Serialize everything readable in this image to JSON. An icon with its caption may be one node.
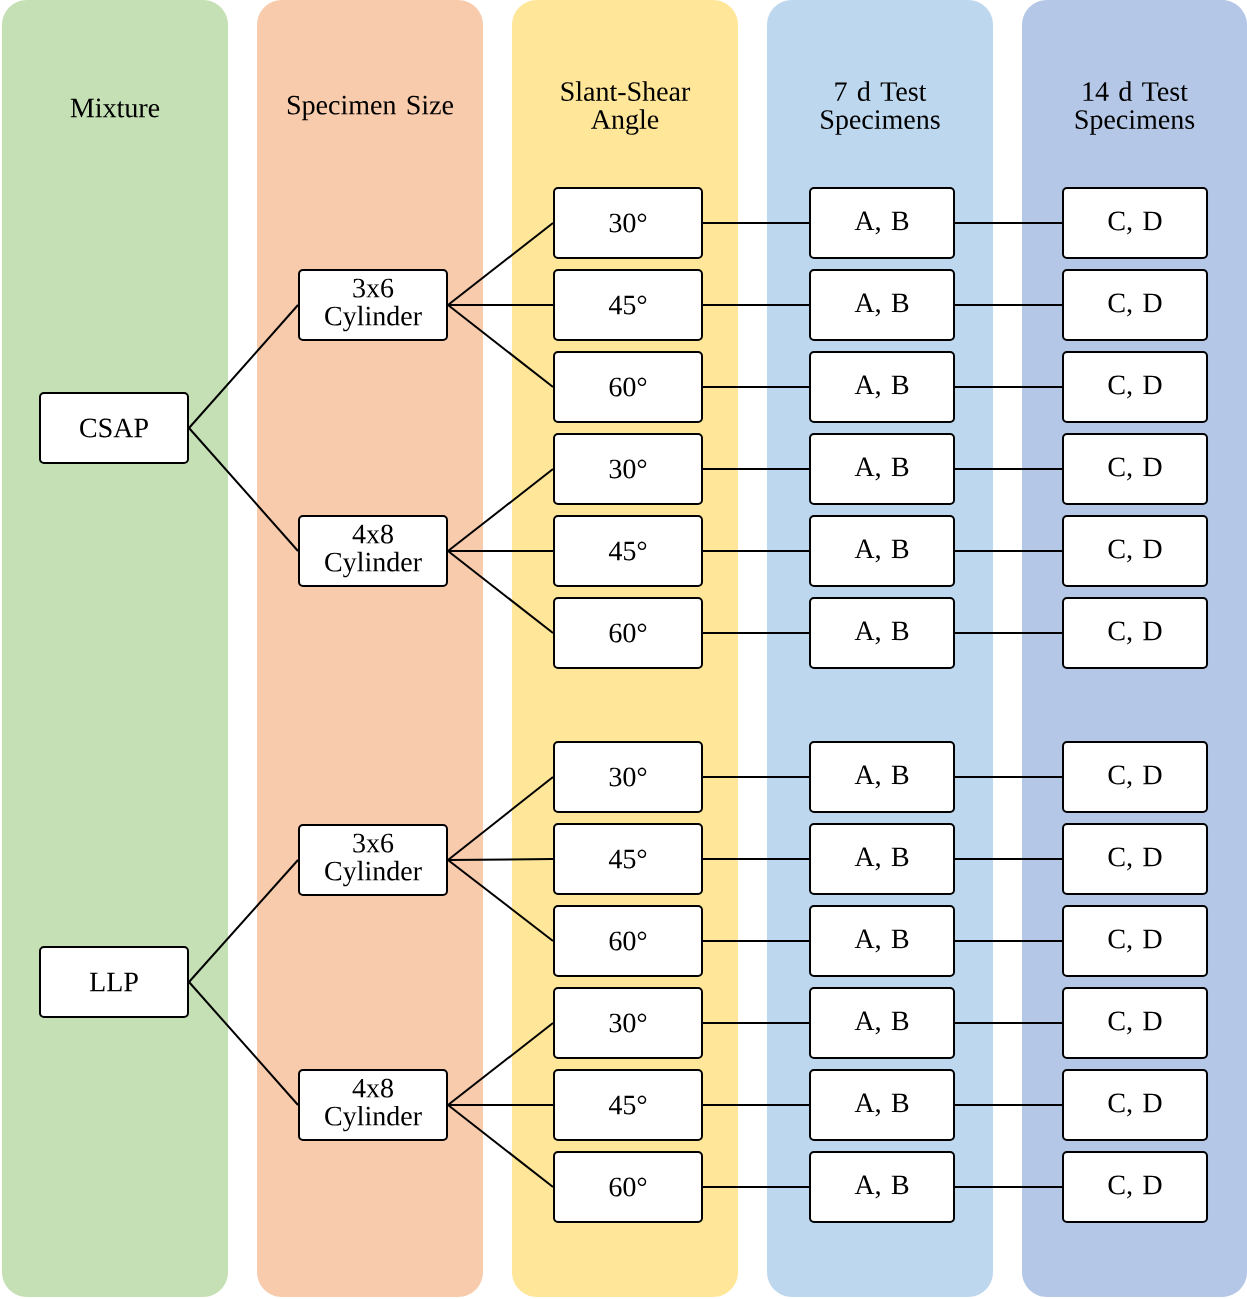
{
  "diagram": {
    "nodes": [
      {
        "text": [
          "Mixture"
        ]
      },
      {
        "text": [
          "Specimen Size"
        ]
      },
      {
        "text": [
          "Slant-Shear Angle"
        ]
      },
      {
        "text": [
          "7 d Test Specimens"
        ]
      },
      {
        "text": [
          "14 d Test Specimens"
        ]
      },
      {
        "text": [
          "CSAP"
        ],
        "in": 0
      },
      {
        "text": [
          "LLP"
        ],
        "in": 0
      },
      {
        "text": [
          "3x6 Cylinder"
        ],
        "in": 1
      },
      {
        "text": [
          "4x8 Cylinder"
        ],
        "in": 1
      },
      {
        "text": [
          "3x6 Cylinder"
        ],
        "in": 1
      },
      {
        "text": [
          "4x8 Cylinder"
        ],
        "in": 1
      },
      {
        "text": [
          "30°"
        ],
        "in": 2
      },
      {
        "text": [
          "45°"
        ],
        "in": 2
      },
      {
        "text": [
          "60°"
        ],
        "in": 2
      },
      {
        "text": [
          "30°"
        ],
        "in": 2
      },
      {
        "text": [
          "45°"
        ],
        "in": 2
      },
      {
        "text": [
          "60°"
        ],
        "in": 2
      },
      {
        "text": [
          "30°"
        ],
        "in": 2
      },
      {
        "text": [
          "45°"
        ],
        "in": 2
      },
      {
        "text": [
          "60°"
        ],
        "in": 2
      },
      {
        "text": [
          "30°"
        ],
        "in": 2
      },
      {
        "text": [
          "45°"
        ],
        "in": 2
      },
      {
        "text": [
          "60°"
        ],
        "in": 2
      },
      {
        "text": [
          "A, B"
        ],
        "in": 3
      },
      {
        "text": [
          "A, B"
        ],
        "in": 3
      },
      {
        "text": [
          "A, B"
        ],
        "in": 3
      },
      {
        "text": [
          "A, B"
        ],
        "in": 3
      },
      {
        "text": [
          "A, B"
        ],
        "in": 3
      },
      {
        "text": [
          "A, B"
        ],
        "in": 3
      },
      {
        "text": [
          "A, B"
        ],
        "in": 3
      },
      {
        "text": [
          "A, B"
        ],
        "in": 3
      },
      {
        "text": [
          "A, B"
        ],
        "in": 3
      },
      {
        "text": [
          "A, B"
        ],
        "in": 3
      },
      {
        "text": [
          "A, B"
        ],
        "in": 3
      },
      {
        "text": [
          "A, B"
        ],
        "in": 3
      },
      {
        "text": [
          "C, D"
        ],
        "in": 4
      },
      {
        "text": [
          "C, D"
        ],
        "in": 4
      },
      {
        "text": [
          "C, D"
        ],
        "in": 4
      },
      {
        "text": [
          "C, D"
        ],
        "in": 4
      },
      {
        "text": [
          "C, D"
        ],
        "in": 4
      },
      {
        "text": [
          "C, D"
        ],
        "in": 4
      },
      {
        "text": [
          "C, D"
        ],
        "in": 4
      },
      {
        "text": [
          "C, D"
        ],
        "in": 4
      },
      {
        "text": [
          "C, D"
        ],
        "in": 4
      },
      {
        "text": [
          "C, D"
        ],
        "in": 4
      },
      {
        "text": [
          "C, D"
        ],
        "in": 4
      },
      {
        "text": [
          "C, D"
        ],
        "in": 4
      }
    ],
    "edges": [
      {
        "from": 5,
        "to": 7,
        "arrow": "none"
      },
      {
        "from": 5,
        "to": 8,
        "arrow": "none"
      },
      {
        "from": 6,
        "to": 9,
        "arrow": "none"
      },
      {
        "from": 6,
        "to": 10,
        "arrow": "none"
      },
      {
        "from": 7,
        "to": 11,
        "arrow": "none"
      },
      {
        "from": 7,
        "to": 12,
        "arrow": "none"
      },
      {
        "from": 7,
        "to": 13,
        "arrow": "none"
      },
      {
        "from": 8,
        "to": 14,
        "arrow": "none"
      },
      {
        "from": 8,
        "to": 15,
        "arrow": "none"
      },
      {
        "from": 8,
        "to": 16,
        "arrow": "none"
      },
      {
        "from": 9,
        "to": 17,
        "arrow": "none"
      },
      {
        "from": 9,
        "to": 18,
        "arrow": "none"
      },
      {
        "from": 9,
        "to": 19,
        "arrow": "none"
      },
      {
        "from": 10,
        "to": 20,
        "arrow": "none"
      },
      {
        "from": 10,
        "to": 21,
        "arrow": "none"
      },
      {
        "from": 10,
        "to": 22,
        "arrow": "none"
      },
      {
        "from": 11,
        "to": 23,
        "arrow": "none"
      },
      {
        "from": 12,
        "to": 24,
        "arrow": "none"
      },
      {
        "from": 13,
        "to": 25,
        "arrow": "none"
      },
      {
        "from": 14,
        "to": 26,
        "arrow": "none"
      },
      {
        "from": 15,
        "to": 27,
        "arrow": "none"
      },
      {
        "from": 16,
        "to": 28,
        "arrow": "none"
      },
      {
        "from": 17,
        "to": 29,
        "arrow": "none"
      },
      {
        "from": 18,
        "to": 30,
        "arrow": "none"
      },
      {
        "from": 19,
        "to": 31,
        "arrow": "none"
      },
      {
        "from": 20,
        "to": 32,
        "arrow": "none"
      },
      {
        "from": 21,
        "to": 33,
        "arrow": "none"
      },
      {
        "from": 22,
        "to": 34,
        "arrow": "none"
      },
      {
        "from": 23,
        "to": 35,
        "arrow": "none"
      },
      {
        "from": 24,
        "to": 36,
        "arrow": "none"
      },
      {
        "from": 25,
        "to": 37,
        "arrow": "none"
      },
      {
        "from": 26,
        "to": 38,
        "arrow": "none"
      },
      {
        "from": 27,
        "to": 39,
        "arrow": "none"
      },
      {
        "from": 28,
        "to": 40,
        "arrow": "none"
      },
      {
        "from": 29,
        "to": 41,
        "arrow": "none"
      },
      {
        "from": 30,
        "to": 42,
        "arrow": "none"
      },
      {
        "from": 31,
        "to": 43,
        "arrow": "none"
      },
      {
        "from": 32,
        "to": 44,
        "arrow": "none"
      },
      {
        "from": 33,
        "to": 45,
        "arrow": "none"
      },
      {
        "from": 34,
        "to": 46,
        "arrow": "none"
      }
    ]
  }
}
